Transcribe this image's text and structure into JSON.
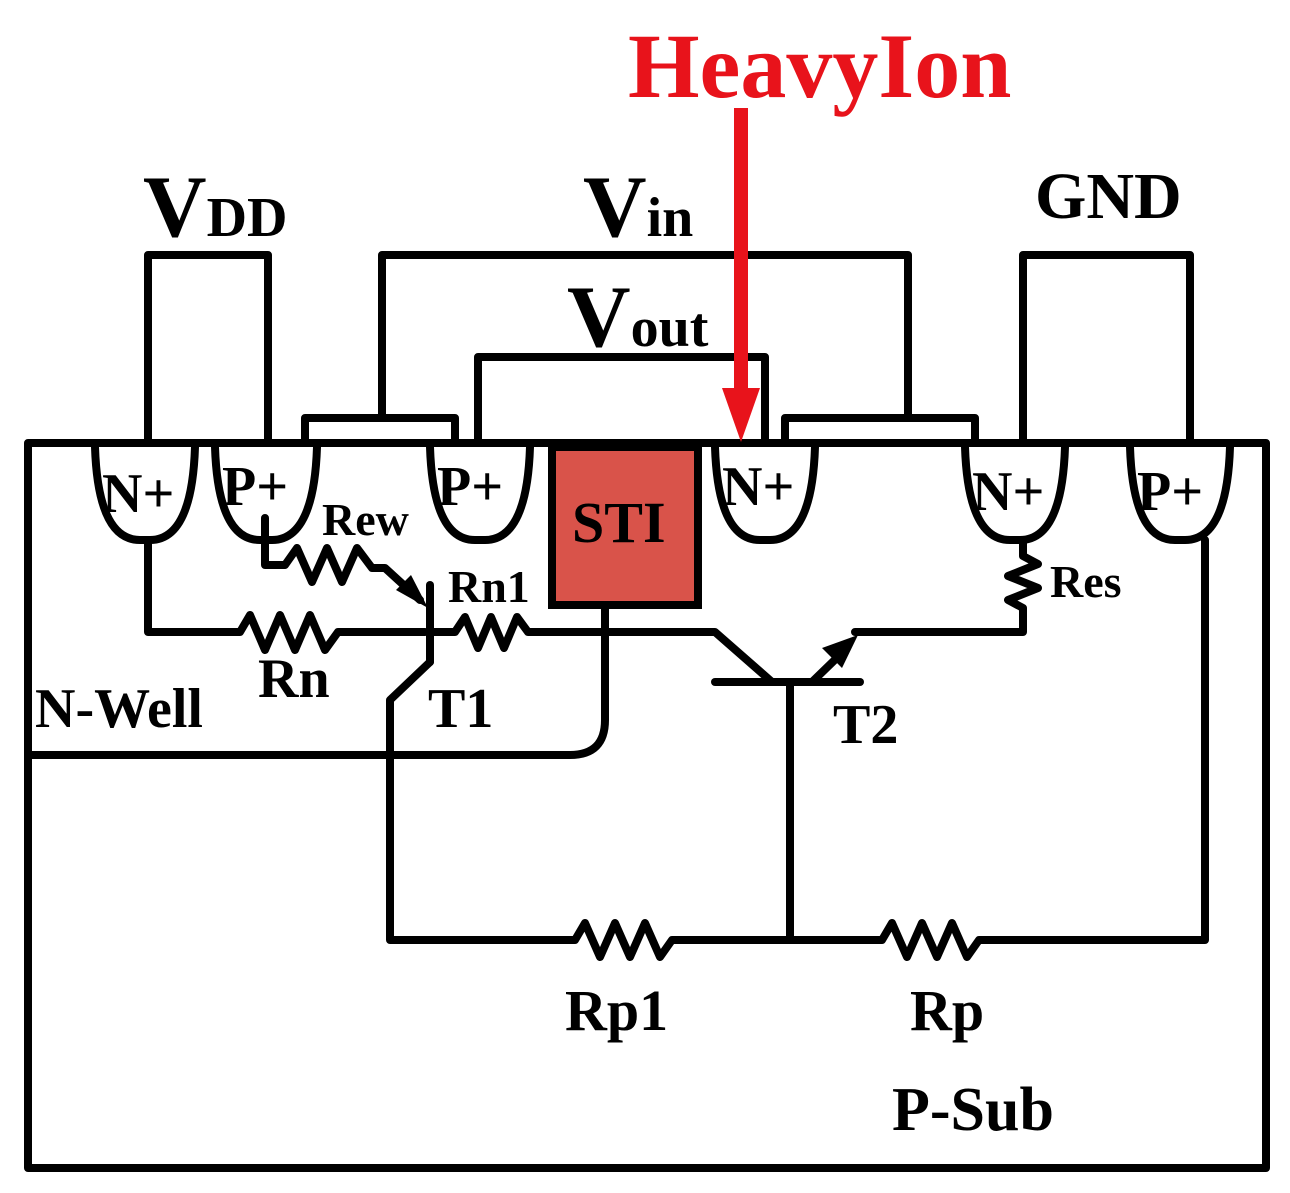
{
  "title": "HeavyIon",
  "colors": {
    "ion": "#e8131b",
    "sti": "#d9534a"
  },
  "terminals": {
    "vdd": {
      "main": "V",
      "sub": "DD"
    },
    "vin": {
      "main": "V",
      "sub": "in"
    },
    "vout": {
      "main": "V",
      "sub": "out"
    },
    "gnd": "GND"
  },
  "diffusions": {
    "d1": "N+",
    "d2": "P+",
    "d3": "P+",
    "d4": "N+",
    "d5": "N+",
    "d6": "P+"
  },
  "sti": "STI",
  "resistors": {
    "rew": "Rew",
    "rn1": "Rn1",
    "rn": "Rn",
    "res": "Res",
    "rp1": "Rp1",
    "rp": "Rp"
  },
  "transistors": {
    "t1": "T1",
    "t2": "T2"
  },
  "regions": {
    "nwell": "N-Well",
    "psub": "P-Sub"
  }
}
